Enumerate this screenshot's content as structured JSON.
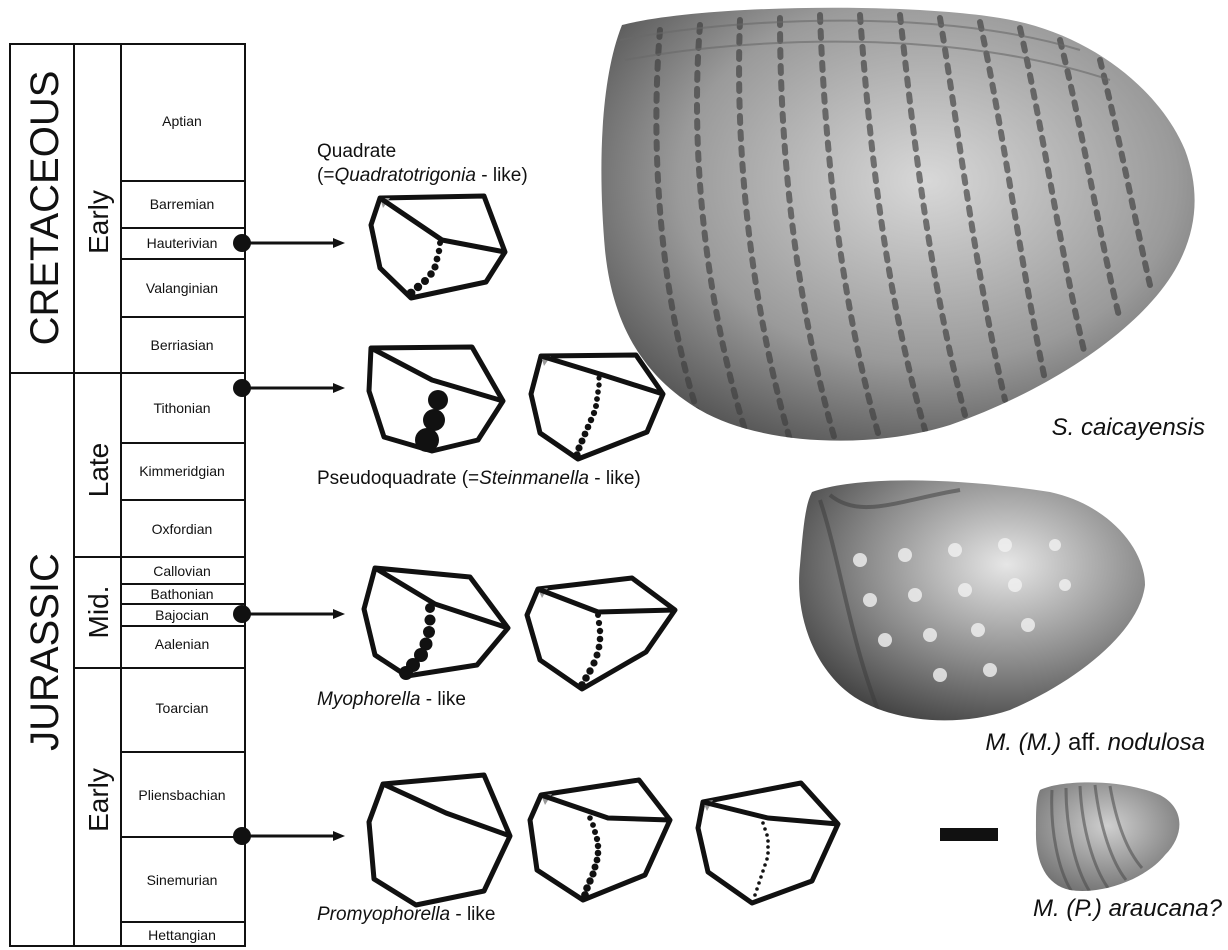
{
  "timescale": {
    "periods": [
      {
        "name": "CRETACEOUS"
      },
      {
        "name": "JURASSIC"
      }
    ],
    "epochs": [
      {
        "name": "Early",
        "period": "CRETACEOUS"
      },
      {
        "name": "Late",
        "period": "JURASSIC"
      },
      {
        "name": "Mid.",
        "period": "JURASSIC"
      },
      {
        "name": "Early",
        "period": "JURASSIC"
      }
    ],
    "stages": [
      "Aptian",
      "Barremian",
      "Hauterivian",
      "Valanginian",
      "Berriasian",
      "Tithonian",
      "Kimmeridgian",
      "Oxfordian",
      "Callovian",
      "Bathonian",
      "Bajocian",
      "Aalenian",
      "Toarcian",
      "Pliensbachian",
      "Sinemurian",
      "Hettangian"
    ]
  },
  "morphotypes": {
    "quadrate": {
      "line1": "Quadrate",
      "line2_pre": "(=",
      "line2_italic": "Quadratotrigonia",
      "line2_post": " - like)"
    },
    "pseudoquadrate": {
      "pre": "Pseudoquadrate (=",
      "italic": "Steinmanella",
      "post": " - like)"
    },
    "myophorella": {
      "italic": "Myophorella",
      "post": " - like"
    },
    "promyophorella": {
      "italic": "Promyophorella",
      "post": " - like"
    }
  },
  "specimens": {
    "s_caicayensis": {
      "italic": "S. caicayensis"
    },
    "m_nodulosa": {
      "italic": "M. (M.)",
      "plain": " aff. ",
      "italic2": "nodulosa"
    },
    "m_araucana": {
      "italic": "M. (P.) araucana?"
    }
  },
  "colors": {
    "ink": "#111111",
    "umbo": "#9a9a9a",
    "fossil_light": "#cfcfcf",
    "fossil_dark": "#555555"
  }
}
